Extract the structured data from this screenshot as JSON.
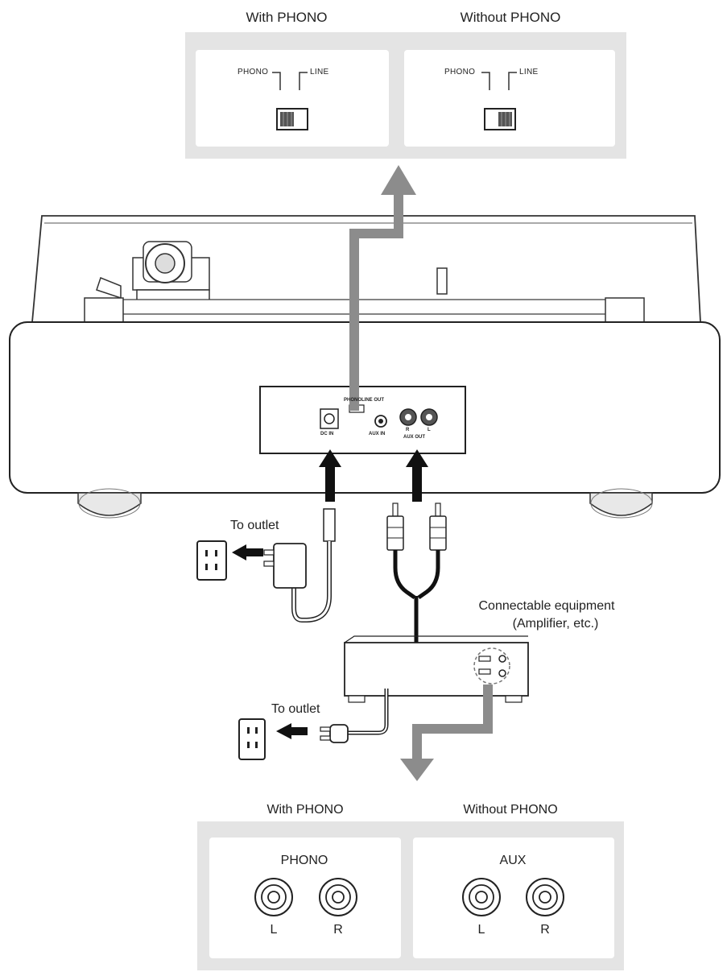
{
  "top_panel": {
    "with_phono_label": "With PHONO",
    "without_phono_label": "Without PHONO",
    "left_switch": {
      "phono_label": "PHONO",
      "line_label": "LINE",
      "position": "PHONO"
    },
    "right_switch": {
      "phono_label": "PHONO",
      "line_label": "LINE",
      "position": "LINE"
    }
  },
  "rear_panel": {
    "dc_in_label": "DC IN",
    "aux_in_label": "AUX IN",
    "aux_out_label": "AUX OUT",
    "r_label": "R",
    "l_label": "L",
    "switch_phono_label": "PHONO",
    "switch_line_label": "LINE OUT"
  },
  "outlet_1": {
    "label": "To outlet"
  },
  "outlet_2": {
    "label": "To outlet"
  },
  "amplifier": {
    "label_line1": "Connectable equipment",
    "label_line2": "(Amplifier, etc.)"
  },
  "bottom_panel": {
    "with_phono_label": "With PHONO",
    "without_phono_label": "Without PHONO",
    "left_box": {
      "title": "PHONO",
      "left_jack": "L",
      "right_jack": "R"
    },
    "right_box": {
      "title": "AUX",
      "left_jack": "L",
      "right_jack": "R"
    }
  },
  "colors": {
    "panel_gray": "#e4e4e4",
    "arrow_gray": "#8c8c8c",
    "line_dark": "#222222"
  }
}
